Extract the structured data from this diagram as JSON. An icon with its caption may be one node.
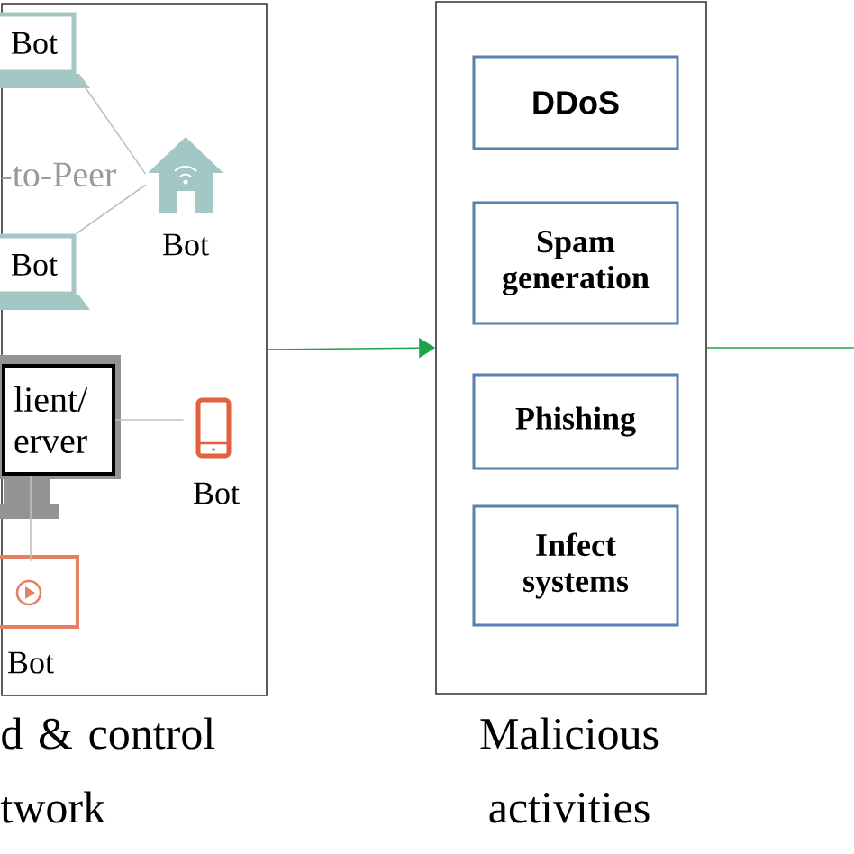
{
  "diagram": {
    "nodes": [
      {
        "text": [
          "d & control twork"
        ]
      },
      {
        "text": [
          "Bot"
        ],
        "in": 0
      },
      {
        "text": [
          "Bot"
        ],
        "in": 0
      },
      {
        "text": [
          "Bot"
        ],
        "in": 0
      },
      {
        "text": [
          "lient/ erver"
        ],
        "in": 0
      },
      {
        "text": [
          "Bot"
        ],
        "in": 0
      },
      {
        "text": [
          "Bot"
        ],
        "in": 0
      },
      {
        "text": [
          "Malicious activities"
        ]
      },
      {
        "text": [
          "DDoS"
        ],
        "in": 7
      },
      {
        "text": [
          "Spam generation"
        ],
        "in": 7
      },
      {
        "text": [
          "Phishing"
        ],
        "in": 7
      },
      {
        "text": [
          "Infect systems"
        ],
        "in": 7
      }
    ],
    "edges": [
      {
        "from": 1,
        "to": 2,
        "arrow": "none"
      },
      {
        "from": 3,
        "to": 2,
        "arrow": "none"
      },
      {
        "from": 4,
        "to": 5,
        "arrow": "none"
      },
      {
        "from": 4,
        "to": 6,
        "arrow": "none"
      },
      {
        "from": 0,
        "to": 7,
        "arrow": "to",
        "color": "#1aa34a"
      },
      {
        "from": 7,
        "to": null,
        "arrow": "none",
        "color": "#1aa34a"
      }
    ],
    "labels": [
      "-to-Peer"
    ]
  }
}
